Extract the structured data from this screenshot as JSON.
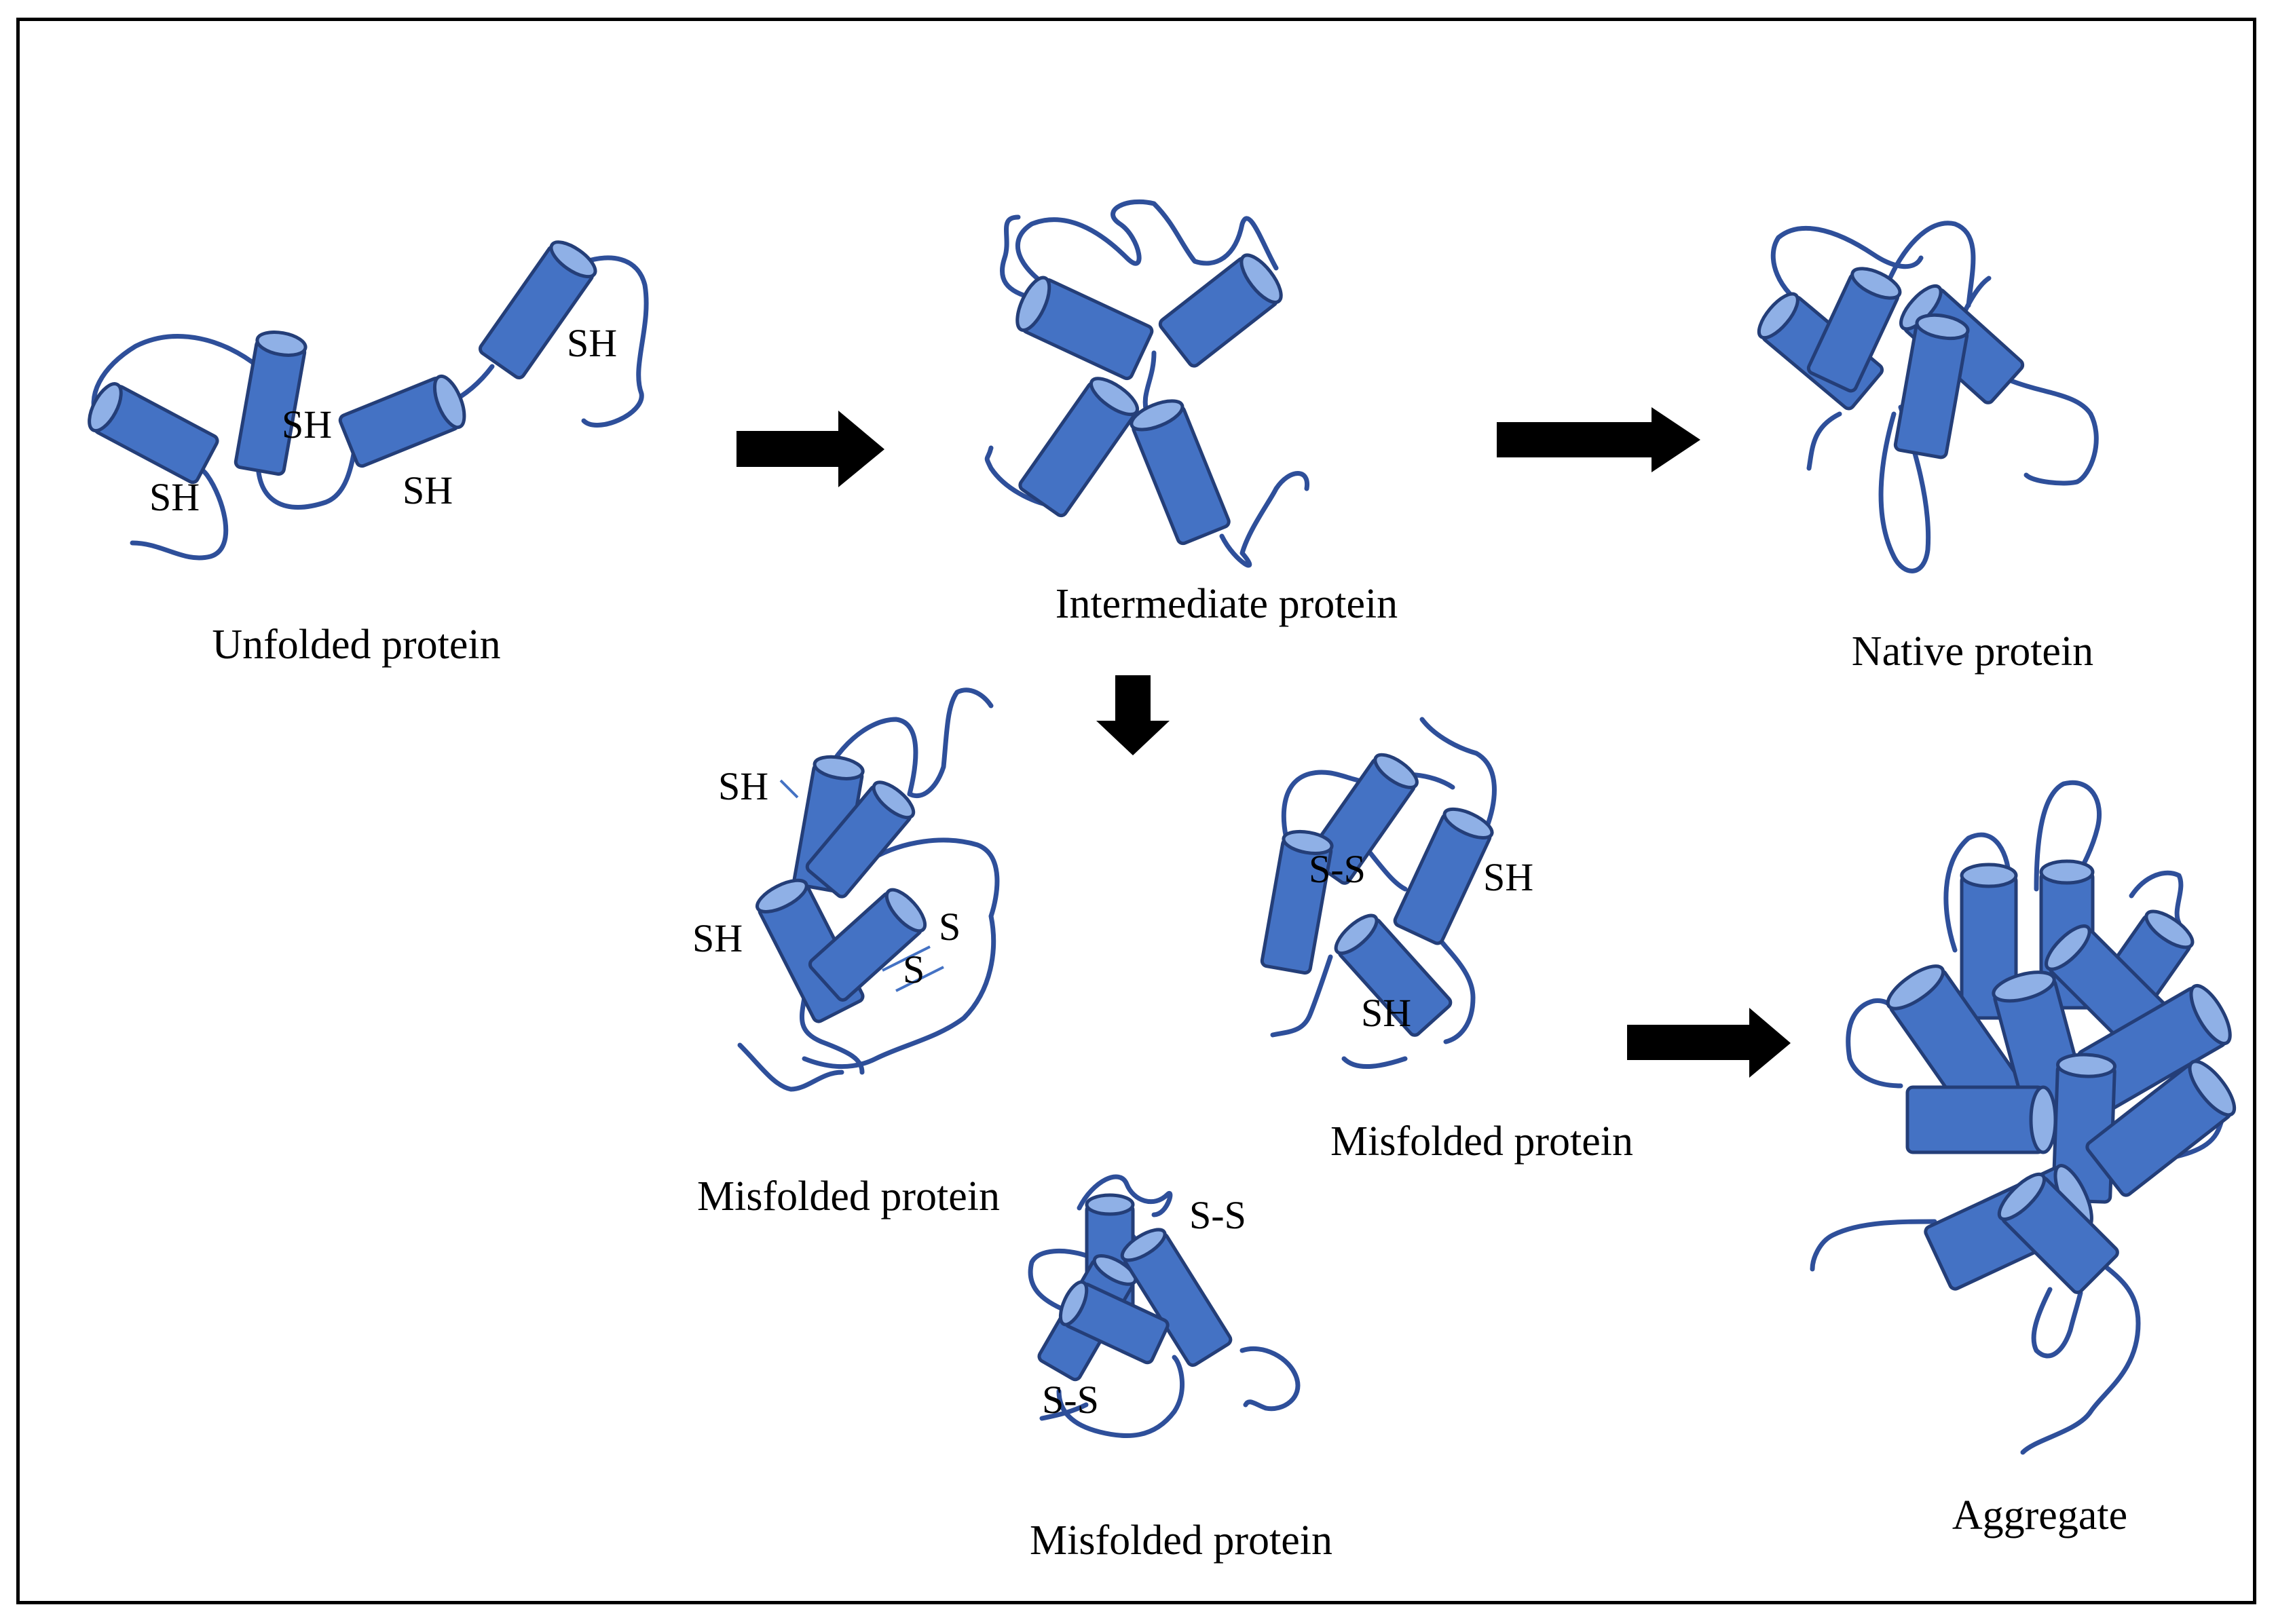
{
  "colors": {
    "helix_fill": "#4472c4",
    "helix_cap": "#8fb0e6",
    "outline": "#243e78",
    "coil": "#2e4f9a",
    "arrow": "#000000"
  },
  "captions": {
    "unfolded": "Unfolded protein",
    "intermediate": "Intermediate protein",
    "native": "Native protein",
    "misfolded_1": "Misfolded protein",
    "misfolded_2": "Misfolded protein",
    "misfolded_3": "Misfolded protein",
    "aggregate": "Aggregate"
  },
  "labels": {
    "unfolded_sh_1": "SH",
    "unfolded_sh_2": "SH",
    "unfolded_sh_3": "SH",
    "unfolded_sh_4": "SH",
    "misfold1_sh_1": "SH",
    "misfold1_sh_2": "SH",
    "misfold1_s_1": "S",
    "misfold1_s_2": "S",
    "misfold2_ss": "S-S",
    "misfold2_sh_1": "SH",
    "misfold2_sh_2": "SH",
    "misfold3_ss_1": "S-S",
    "misfold3_ss_2": "S-S"
  }
}
